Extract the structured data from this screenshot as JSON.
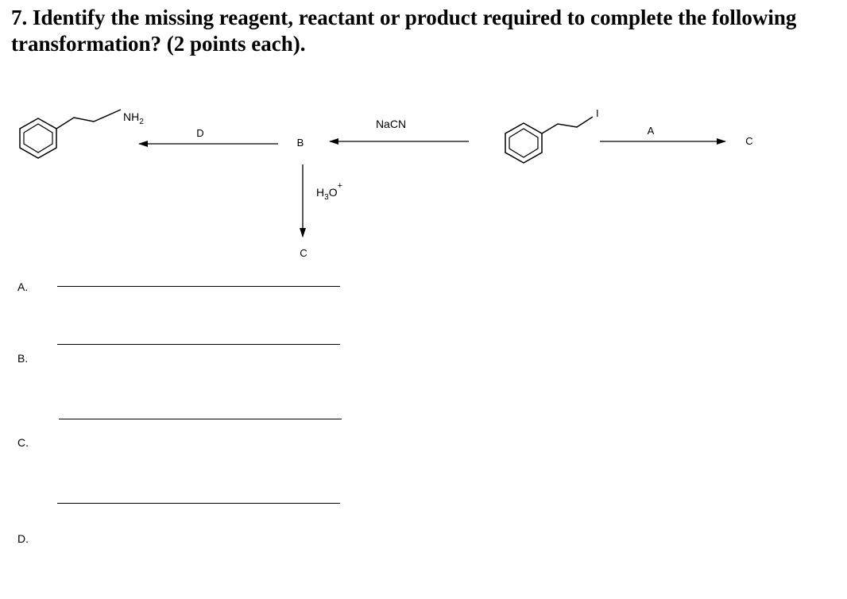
{
  "question": {
    "text": "7. Identify the missing reagent, reactant or product required to complete the following transformation? (2 points each)."
  },
  "scheme": {
    "amine_substituent": "NH",
    "amine_subscript": "2",
    "iodo_substituent": "I",
    "reagent_d": "D",
    "intermediate_b": "B",
    "reagent_nacn": "NaCN",
    "reagent_a": "A",
    "product_c_right": "C",
    "hydronium_base": "H",
    "hydronium_sub": "3",
    "hydronium_o": "O",
    "hydronium_charge": "+",
    "product_c_bottom": "C"
  },
  "answers": [
    {
      "label": "A."
    },
    {
      "label": "B."
    },
    {
      "label": "C."
    },
    {
      "label": "D."
    }
  ]
}
